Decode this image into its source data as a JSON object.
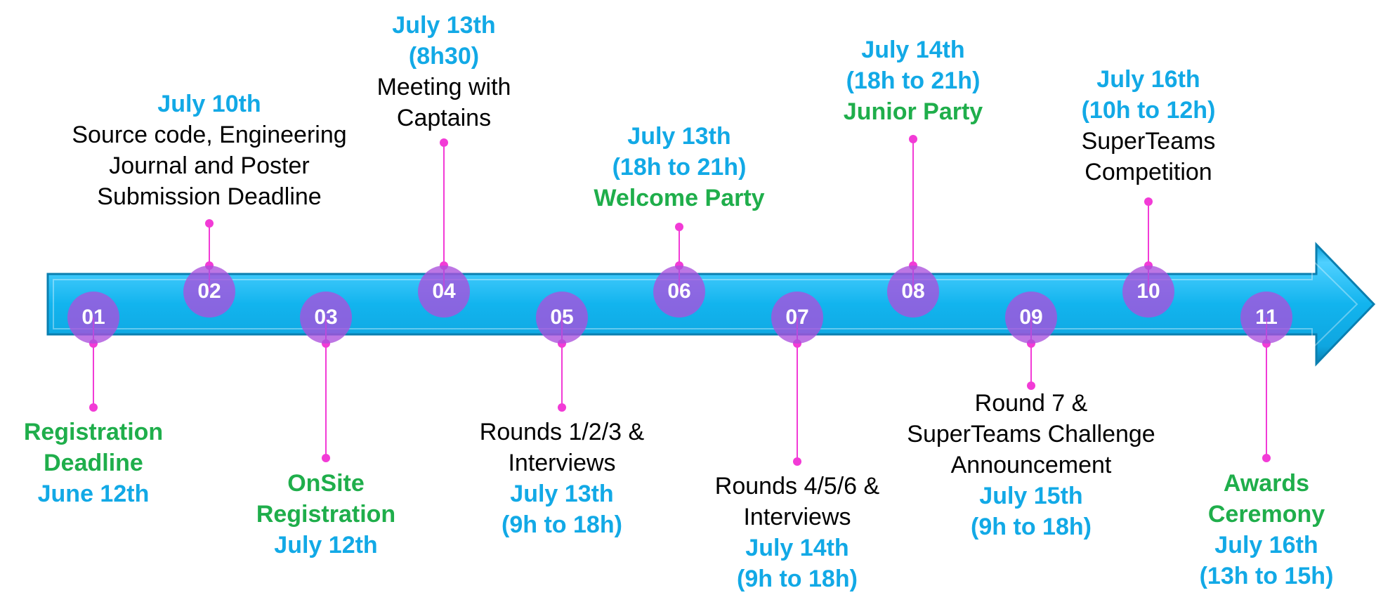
{
  "colors": {
    "arrow_fill": "#12b4ee",
    "arrow_edge": "#0a7fb0",
    "milestone_circle": "#aa50dc",
    "connector": "#f23bd6",
    "date_text": "#12a9e6",
    "event_text": "#1fae4b",
    "plain_text": "#000000"
  },
  "milestones": [
    {
      "number": "01",
      "side": "below",
      "lines": [
        {
          "text": "Registration",
          "style": "green"
        },
        {
          "text": "Deadline",
          "style": "green"
        },
        {
          "text": "June 12th",
          "style": "blue"
        }
      ]
    },
    {
      "number": "02",
      "side": "above",
      "lines": [
        {
          "text": "July 10th",
          "style": "blue"
        },
        {
          "text": "Source code, Engineering",
          "style": "black"
        },
        {
          "text": "Journal and Poster",
          "style": "black"
        },
        {
          "text": "Submission Deadline",
          "style": "black"
        }
      ]
    },
    {
      "number": "03",
      "side": "below",
      "lines": [
        {
          "text": "OnSite",
          "style": "green"
        },
        {
          "text": "Registration",
          "style": "green"
        },
        {
          "text": "July 12th",
          "style": "blue"
        }
      ]
    },
    {
      "number": "04",
      "side": "above",
      "lines": [
        {
          "text": "July 13th",
          "style": "blue"
        },
        {
          "text": "(8h30)",
          "style": "blue"
        },
        {
          "text": "Meeting with",
          "style": "black"
        },
        {
          "text": "Captains",
          "style": "black"
        }
      ]
    },
    {
      "number": "05",
      "side": "below",
      "lines": [
        {
          "text": "Rounds 1/2/3 &",
          "style": "black"
        },
        {
          "text": "Interviews",
          "style": "black"
        },
        {
          "text": "July 13th",
          "style": "blue"
        },
        {
          "text": "(9h to 18h)",
          "style": "blue"
        }
      ]
    },
    {
      "number": "06",
      "side": "above",
      "lines": [
        {
          "text": "July 13th",
          "style": "blue"
        },
        {
          "text": "(18h to 21h)",
          "style": "blue"
        },
        {
          "text": "Welcome Party",
          "style": "green"
        }
      ]
    },
    {
      "number": "07",
      "side": "below",
      "lines": [
        {
          "text": "Rounds 4/5/6 &",
          "style": "black"
        },
        {
          "text": "Interviews",
          "style": "black"
        },
        {
          "text": "July 14th",
          "style": "blue"
        },
        {
          "text": "(9h to 18h)",
          "style": "blue"
        }
      ]
    },
    {
      "number": "08",
      "side": "above",
      "lines": [
        {
          "text": "July 14th",
          "style": "blue"
        },
        {
          "text": "(18h to 21h)",
          "style": "blue"
        },
        {
          "text": "Junior Party",
          "style": "green"
        }
      ]
    },
    {
      "number": "09",
      "side": "below",
      "lines": [
        {
          "text": "Round 7 &",
          "style": "black"
        },
        {
          "text": "SuperTeams Challenge",
          "style": "black"
        },
        {
          "text": "Announcement",
          "style": "black"
        },
        {
          "text": "July 15th",
          "style": "blue"
        },
        {
          "text": "(9h to 18h)",
          "style": "blue"
        }
      ]
    },
    {
      "number": "10",
      "side": "above",
      "lines": [
        {
          "text": "July 16th",
          "style": "blue"
        },
        {
          "text": "(10h to 12h)",
          "style": "blue"
        },
        {
          "text": "SuperTeams",
          "style": "black"
        },
        {
          "text": "Competition",
          "style": "black"
        }
      ]
    },
    {
      "number": "11",
      "side": "below",
      "lines": [
        {
          "text": "Awards",
          "style": "green"
        },
        {
          "text": "Ceremony",
          "style": "green"
        },
        {
          "text": "July 16th",
          "style": "blue"
        },
        {
          "text": "(13h to 15h)",
          "style": "blue"
        }
      ]
    }
  ]
}
